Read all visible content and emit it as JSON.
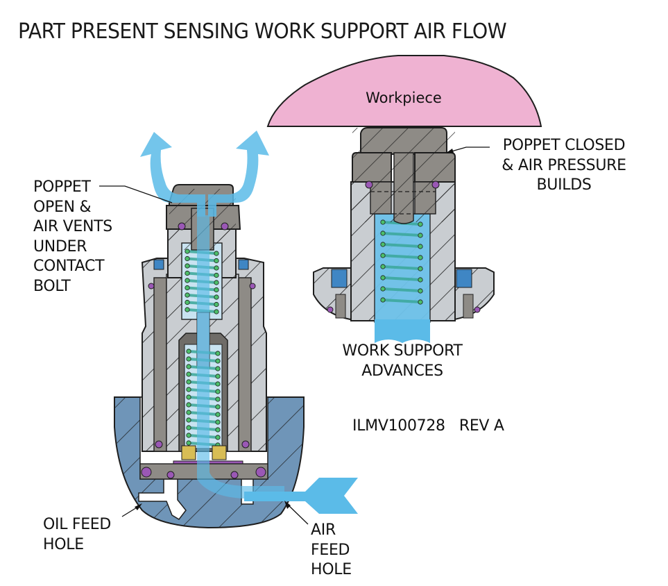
{
  "title": "PART PRESENT SENSING WORK SUPPORT AIR FLOW",
  "workpiece_label": "Workpiece",
  "labels": {
    "poppet_open": [
      "POPPET",
      "OPEN &",
      "AIR VENTS",
      "UNDER",
      "CONTACT",
      "BOLT"
    ],
    "poppet_closed": [
      "POPPET CLOSED",
      "& AIR PRESSURE",
      "BUILDS"
    ],
    "work_support_advances": [
      "WORK SUPPORT",
      "ADVANCES"
    ],
    "drawing_number": "ILMV100728   REV A",
    "oil_feed_hole": [
      "OIL FEED",
      "HOLE"
    ],
    "air_feed_hole": [
      "AIR",
      "FEED",
      "HOLE"
    ]
  },
  "colors": {
    "air_flow": "#5bbbe8",
    "workpiece": "#efb2d2",
    "poppet": "#8e8b86",
    "body_steel": "#c9cdd1",
    "housing": "#6f95b8",
    "oring": "#9a58b5",
    "spring": "#3aa89a",
    "seal": "#d8bd55"
  }
}
